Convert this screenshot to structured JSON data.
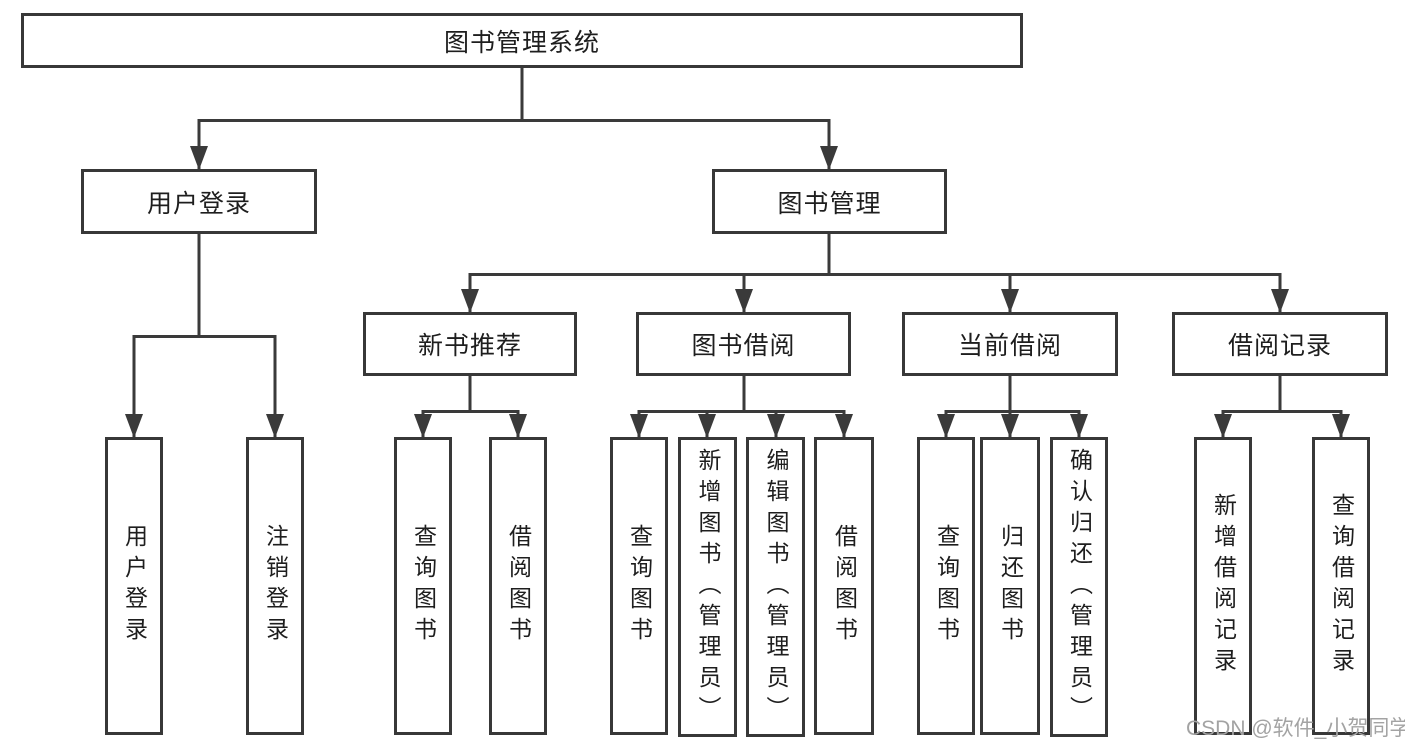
{
  "diagram_type": "hierarchy-tree",
  "colors": {
    "line": "#3a3a3a",
    "box_border": "#383838",
    "box_fill": "#ffffff",
    "text": "#1e1e1e",
    "watermark_text_color": "#a3a3a3",
    "background": "#ffffff"
  },
  "tree": {
    "label": "图书管理系统",
    "children": [
      {
        "label": "用户登录",
        "children": [
          {
            "label": "用户登录"
          },
          {
            "label": "注销登录"
          }
        ]
      },
      {
        "label": "图书管理",
        "children": [
          {
            "label": "新书推荐",
            "children": [
              {
                "label": "查询图书"
              },
              {
                "label": "借阅图书"
              }
            ]
          },
          {
            "label": "图书借阅",
            "children": [
              {
                "label": "查询图书"
              },
              {
                "label": "新增图书（管理员）"
              },
              {
                "label": "编辑图书（管理员）"
              },
              {
                "label": "借阅图书"
              }
            ]
          },
          {
            "label": "当前借阅",
            "children": [
              {
                "label": "查询图书"
              },
              {
                "label": "归还图书"
              },
              {
                "label": "确认归还（管理员）"
              }
            ]
          },
          {
            "label": "借阅记录",
            "children": [
              {
                "label": "新增借阅记录"
              },
              {
                "label": "查询借阅记录"
              }
            ]
          }
        ]
      }
    ]
  },
  "watermark": {
    "text": "CSDN @软件_小贺同学"
  }
}
